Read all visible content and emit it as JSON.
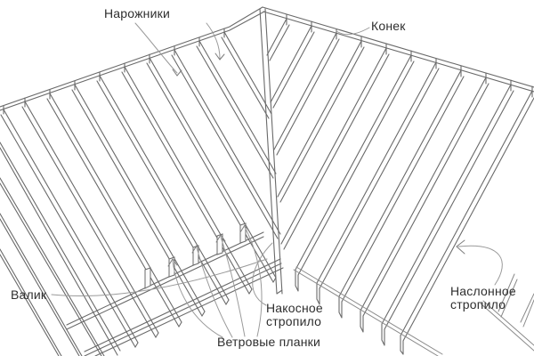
{
  "diagram": {
    "type": "roof-framing-line-drawing",
    "background_color": "#ffffff",
    "line_color": "#6a6a6a",
    "leader_color": "#9a9a9a",
    "text_color": "#2e2e2e",
    "labels": {
      "narozhniki": {
        "text": "Нарожники"
      },
      "konek": {
        "text": "Конек"
      },
      "valik": {
        "text": "Валик"
      },
      "nakosnoe_stropilo": {
        "line1": "Накосное",
        "line2": "стропило"
      },
      "vetrovye_planki": {
        "text": "Ветровые планки"
      },
      "naslonnoe_stropilo": {
        "line1": "Наслонное",
        "line2": "стропило"
      }
    }
  }
}
